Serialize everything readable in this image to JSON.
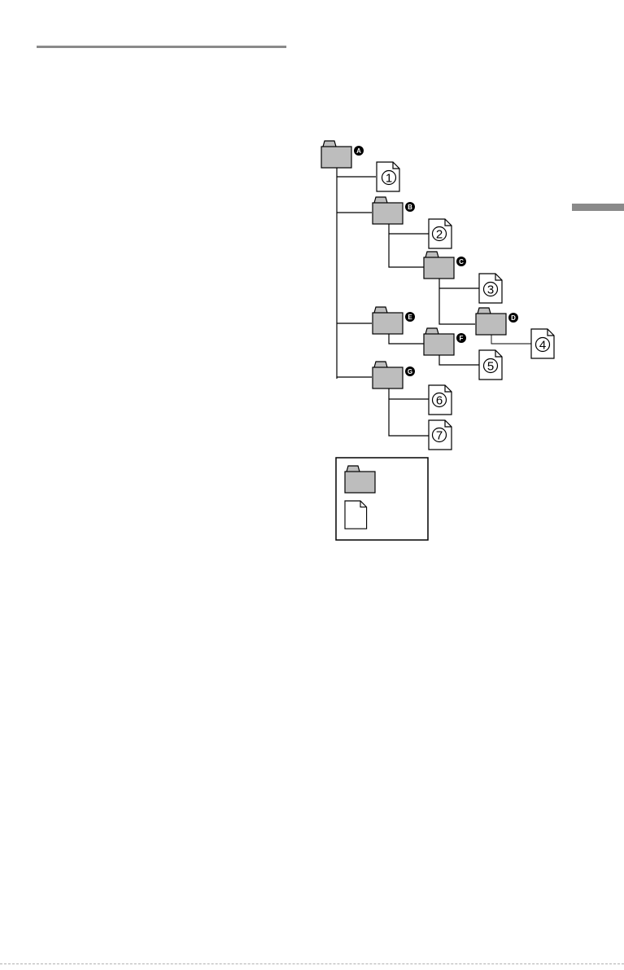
{
  "folders": [
    {
      "id": "A",
      "badge": "A"
    },
    {
      "id": "B",
      "badge": "B"
    },
    {
      "id": "C",
      "badge": "C"
    },
    {
      "id": "D",
      "badge": "D"
    },
    {
      "id": "E",
      "badge": "E"
    },
    {
      "id": "F",
      "badge": "F"
    },
    {
      "id": "G",
      "badge": "G"
    }
  ],
  "files": [
    {
      "id": "1",
      "label": "1"
    },
    {
      "id": "2",
      "label": "2"
    },
    {
      "id": "3",
      "label": "3"
    },
    {
      "id": "4",
      "label": "4"
    },
    {
      "id": "5",
      "label": "5"
    },
    {
      "id": "6",
      "label": "6"
    },
    {
      "id": "7",
      "label": "7"
    }
  ],
  "colors": {
    "folder_fill": "#bdbdbd",
    "stroke": "#000000",
    "rule": "#8a8a8a"
  }
}
